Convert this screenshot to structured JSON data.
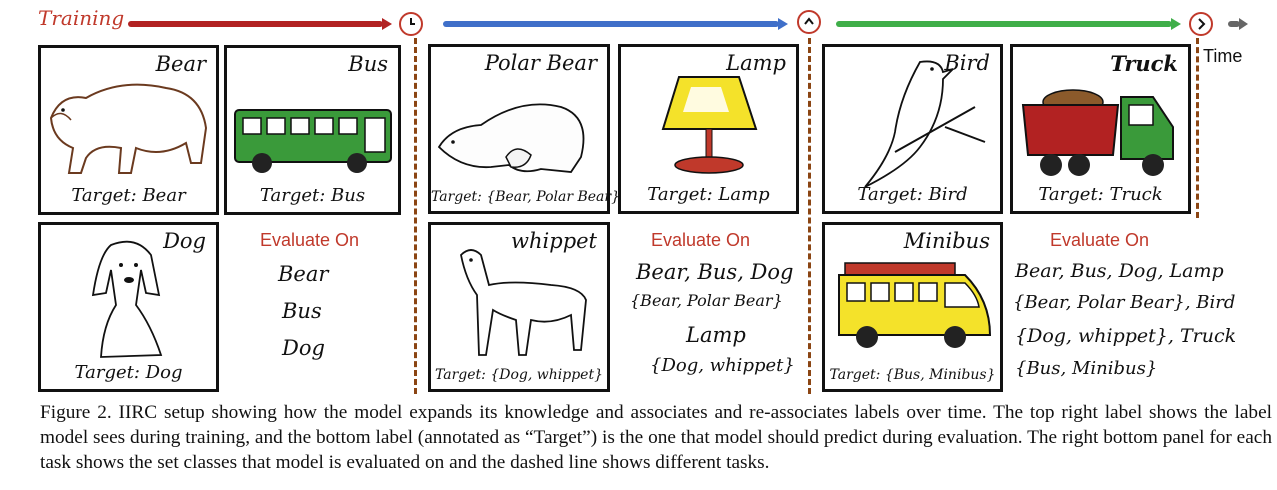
{
  "timeline": {
    "training_label": "Training",
    "time_label": "Time",
    "colors": {
      "task1": "#b22222",
      "task2": "#3f6fc9",
      "task3": "#3fae49",
      "end": "#666666",
      "clock": "#c0392b",
      "divider": "#8b4513"
    }
  },
  "tasks": [
    {
      "panels": [
        {
          "top_label": "Bear",
          "target": "Target: Bear",
          "icon": "bear-icon"
        },
        {
          "top_label": "Bus",
          "target": "Target: Bus",
          "icon": "bus-icon"
        },
        {
          "top_label": "Dog",
          "target": "Target: Dog",
          "icon": "dog-icon"
        }
      ],
      "evaluate": {
        "title": "Evaluate On",
        "items": [
          "Bear",
          "Bus",
          "Dog"
        ]
      }
    },
    {
      "panels": [
        {
          "top_label": "Polar Bear",
          "target": "Target: {Bear, Polar Bear}",
          "icon": "polar-bear-icon"
        },
        {
          "top_label": "Lamp",
          "target": "Target: Lamp",
          "icon": "lamp-icon"
        },
        {
          "top_label": "whippet",
          "target": "Target: {Dog, whippet}",
          "icon": "whippet-icon"
        }
      ],
      "evaluate": {
        "title": "Evaluate On",
        "items": [
          "Bear, Bus, Dog",
          "{Bear, Polar Bear}",
          "Lamp",
          "{Dog, whippet}"
        ]
      }
    },
    {
      "panels": [
        {
          "top_label": "Bird",
          "target": "Target: Bird",
          "icon": "bird-icon"
        },
        {
          "top_label": "Truck",
          "target": "Target: Truck",
          "icon": "truck-icon"
        },
        {
          "top_label": "Minibus",
          "target": "Target: {Bus, Minibus}",
          "icon": "minibus-icon"
        }
      ],
      "evaluate": {
        "title": "Evaluate On",
        "items": [
          "Bear, Bus, Dog, Lamp",
          "{Bear, Polar Bear}, Bird",
          "{Dog, whippet}, Truck",
          "{Bus, Minibus}"
        ]
      }
    }
  ],
  "caption": "Figure 2. IIRC setup showing how the model expands its knowledge and associates and re-associates labels over time. The top right label shows the label model sees during training, and the bottom label (annotated as “Target”) is the one that model should predict during evaluation. The right bottom panel for each task shows the set classes that model is evaluated on and the dashed line shows different tasks."
}
